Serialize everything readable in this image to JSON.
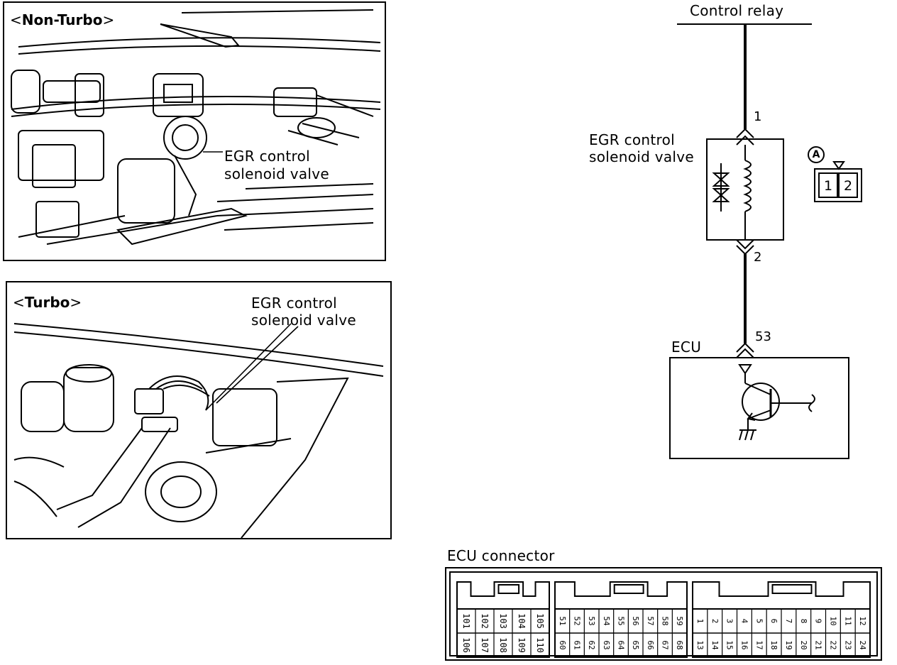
{
  "non_turbo": {
    "title": "Non-Turbo",
    "open": "<",
    "close": ">",
    "component_line1": "EGR control",
    "component_line2": "solenoid valve"
  },
  "turbo": {
    "title": "Turbo",
    "open": "<",
    "close": ">",
    "component_line1": "EGR control",
    "component_line2": "solenoid valve"
  },
  "schematic": {
    "top_label": "Control relay",
    "component_line1": "EGR control",
    "component_line2": "solenoid valve",
    "pin_top": "1",
    "pin_bottom": "2",
    "ecu_pin": "53",
    "ecu_label": "ECU",
    "connector_id": "A",
    "connector_pins": [
      "1",
      "2"
    ]
  },
  "ecu_connector": {
    "label": "ECU connector",
    "left_block": {
      "top": [
        "101",
        "102",
        "103",
        "104",
        "105"
      ],
      "bottom": [
        "106",
        "107",
        "108",
        "109",
        "110"
      ]
    },
    "middle_block": {
      "top": [
        "51",
        "52",
        "53",
        "54",
        "55",
        "56",
        "57",
        "58",
        "59"
      ],
      "bottom": [
        "60",
        "61",
        "62",
        "63",
        "64",
        "65",
        "66",
        "67",
        "68"
      ]
    },
    "right_block": {
      "top": [
        "1",
        "2",
        "3",
        "4",
        "5",
        "6",
        "7",
        "8",
        "9",
        "10",
        "11",
        "12"
      ],
      "bottom": [
        "13",
        "14",
        "15",
        "16",
        "17",
        "18",
        "19",
        "20",
        "21",
        "22",
        "23",
        "24"
      ]
    }
  }
}
